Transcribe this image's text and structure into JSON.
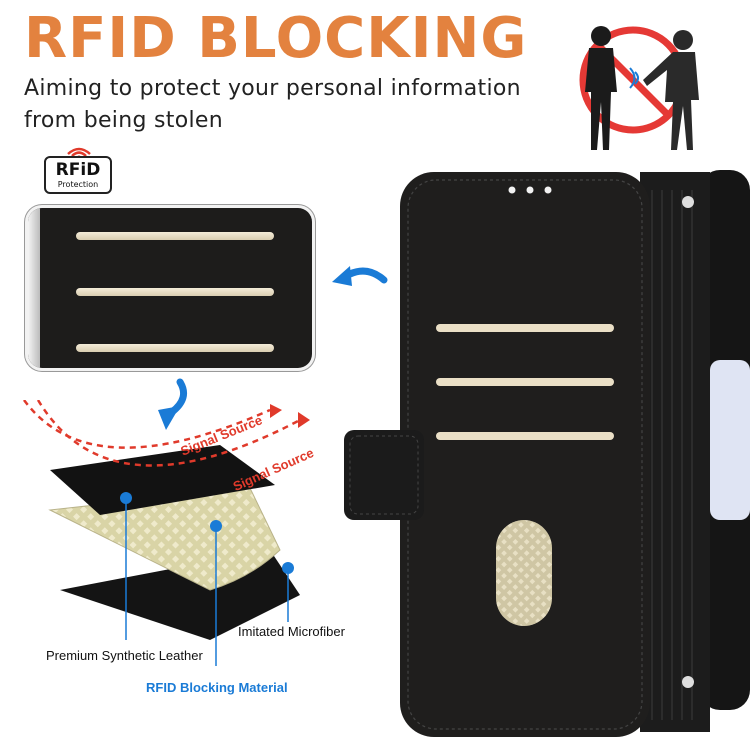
{
  "header": {
    "title": "RFID BLOCKING",
    "subtitle_line1": "Aiming to protect your personal information",
    "subtitle_line2": "from being stolen"
  },
  "badge": {
    "word": "RFiD",
    "protection": "Protection"
  },
  "layers": {
    "signal_1": "Signal Source",
    "signal_2": "Signal Source",
    "label_leather": "Premium Synthetic Leather",
    "label_microfiber": "Imitated Microfiber",
    "label_rfid": "RFID Blocking Material"
  },
  "colors": {
    "title": "#e3823f",
    "accent_blue": "#1a7bd6",
    "signal_red": "#e03a2b",
    "leather": "#1d1c1b"
  },
  "icons": [
    "rfid-wave-icon",
    "no-theft-icon",
    "curved-arrow-left-icon",
    "curved-arrow-down-icon"
  ]
}
